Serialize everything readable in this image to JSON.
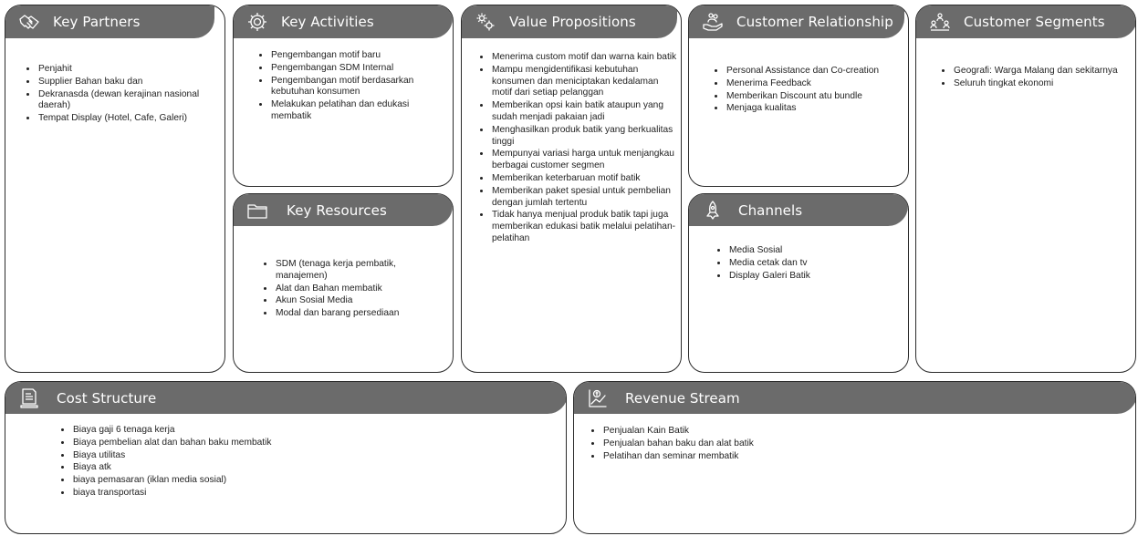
{
  "blocks": {
    "key_partners": {
      "title": "Key Partners",
      "icon": "handshake-icon",
      "items": [
        "Penjahit",
        "Supplier Bahan baku dan",
        "Dekranasda (dewan kerajinan nasional daerah)",
        "Tempat Display (Hotel, Cafe, Galeri)"
      ]
    },
    "key_activities": {
      "title": "Key Activities",
      "icon": "gear-icon",
      "items": [
        "Pengembangan motif baru",
        "Pengembangan SDM Internal",
        "Pengembangan motif berdasarkan kebutuhan konsumen",
        "Melakukan pelatihan dan edukasi membatik"
      ]
    },
    "key_resources": {
      "title": "Key Resources",
      "icon": "folder-icon",
      "items": [
        "SDM (tenaga kerja pembatik, manajemen)",
        "Alat dan Bahan membatik",
        "Akun Sosial Media",
        "Modal dan barang persediaan"
      ]
    },
    "value_propositions": {
      "title": "Value Propositions",
      "icon": "gears-icon",
      "items": [
        "Menerima custom motif dan warna kain batik",
        "Mampu mengidentifikasi kebutuhan konsumen dan meniciptakan kedalaman motif dari setiap pelanggan",
        "Memberikan opsi kain batik ataupun yang sudah menjadi pakaian jadi",
        "Menghasilkan produk batik yang berkualitas tinggi",
        "Mempunyai variasi harga untuk menjangkau berbagai customer segmen",
        "Memberikan keterbaruan motif batik",
        "Memberikan paket spesial untuk pembelian dengan jumlah tertentu",
        "Tidak hanya menjual produk batik tapi juga memberikan edukasi batik melalui pelatihan-pelatihan"
      ]
    },
    "customer_relationship": {
      "title": "Customer Relationship",
      "icon": "care-hand-icon",
      "items": [
        "Personal Assistance dan Co-creation",
        "Menerima Feedback",
        "Memberikan Discount atu bundle",
        "Menjaga kualitas"
      ]
    },
    "channels": {
      "title": "Channels",
      "icon": "rocket-icon",
      "items": [
        "Media Sosial",
        "Media cetak dan tv",
        "Display Galeri Batik"
      ]
    },
    "customer_segments": {
      "title": "Customer Segments",
      "icon": "people-icon",
      "items": [
        "Geografi: Warga Malang dan sekitarnya",
        "Seluruh tingkat ekonomi"
      ]
    },
    "cost_structure": {
      "title": "Cost Structure",
      "icon": "receipt-icon",
      "items": [
        "Biaya gaji 6 tenaga kerja",
        "Biaya pembelian alat dan bahan baku membatik",
        "Biaya utilitas",
        "Biaya atk",
        "biaya pemasaran (iklan media sosial)",
        "biaya transportasi"
      ]
    },
    "revenue_stream": {
      "title": "Revenue Stream",
      "icon": "revenue-chart-icon",
      "items": [
        "Penjualan Kain Batik",
        "Penjualan bahan baku dan alat batik",
        "Pelatihan dan seminar membatik"
      ]
    }
  },
  "colors": {
    "header_bg": "#6b6b6b",
    "header_text": "#ffffff",
    "border": "#2b2b2b",
    "text": "#222222"
  }
}
